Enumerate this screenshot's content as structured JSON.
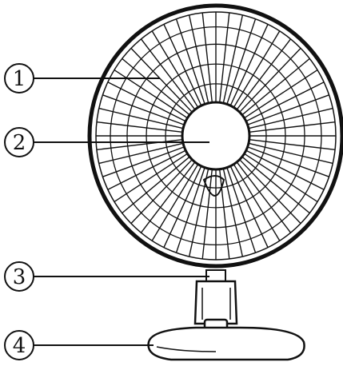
{
  "diagram": {
    "subject": "desk-fan",
    "callouts": [
      {
        "label": "1",
        "part": "guard-ring"
      },
      {
        "label": "2",
        "part": "front-grill-badge"
      },
      {
        "label": "3",
        "part": "neck-joint"
      },
      {
        "label": "4",
        "part": "base"
      }
    ],
    "colors": {
      "ink": "#111111",
      "paper": "#ffffff"
    }
  }
}
